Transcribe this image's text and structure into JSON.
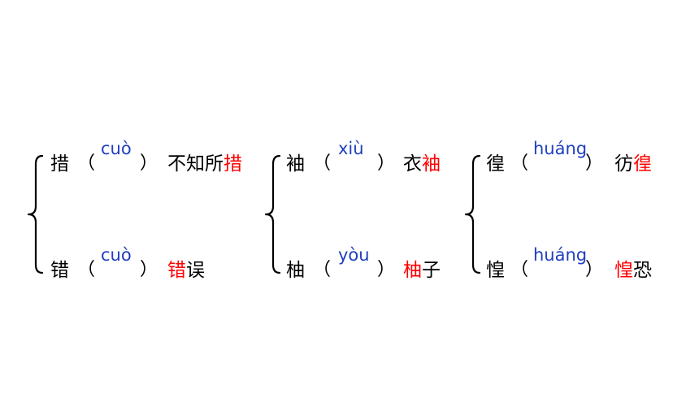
{
  "colors": {
    "text": "#000000",
    "pinyin": "#1f3fbf",
    "highlight": "#ff0000"
  },
  "groups": [
    {
      "top": {
        "char": "措",
        "open": "（",
        "pinyin": "cuò",
        "close": "）",
        "word_before": "不知所",
        "word_hl": "措",
        "word_after": ""
      },
      "bottom": {
        "char": "错",
        "open": "（",
        "pinyin": "cuò",
        "close": "）",
        "word_before": "",
        "word_hl": "错",
        "word_after": "误"
      }
    },
    {
      "top": {
        "char": "袖",
        "open": "（",
        "pinyin": "xiù",
        "close": "）",
        "word_before": "衣",
        "word_hl": "袖",
        "word_after": ""
      },
      "bottom": {
        "char": "柚",
        "open": "（",
        "pinyin": "yòu",
        "close": "）",
        "word_before": "",
        "word_hl": "柚",
        "word_after": "子"
      }
    },
    {
      "top": {
        "char": "徨",
        "open": "（",
        "pinyin": "huáng",
        "close": "）",
        "word_before": "彷",
        "word_hl": "徨",
        "word_after": ""
      },
      "bottom": {
        "char": "惶",
        "open": "（",
        "pinyin": "huáng",
        "close": "）",
        "word_before": "",
        "word_hl": "惶",
        "word_after": "恐"
      }
    }
  ]
}
